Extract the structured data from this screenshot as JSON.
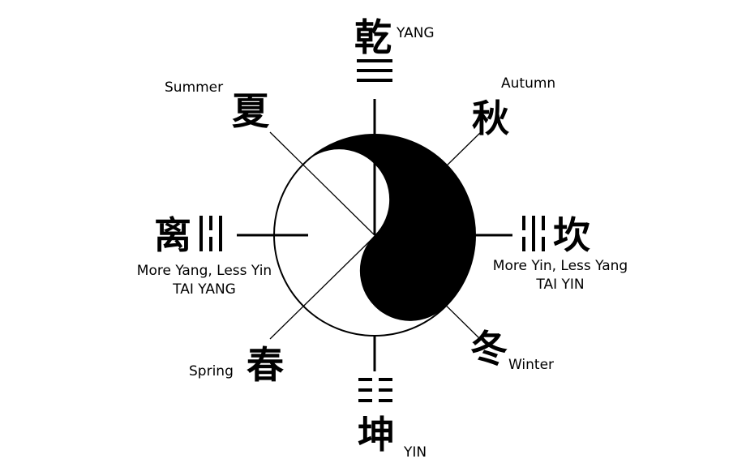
{
  "colors": {
    "ink": "#000000",
    "paper": "#ffffff"
  },
  "top": {
    "character": "乾",
    "label": "YANG",
    "trigram": "qian-three-solid-lines"
  },
  "bottom": {
    "character": "坤",
    "label": "YIN",
    "trigram": "kun-three-broken-lines"
  },
  "left": {
    "character": "离",
    "trigram": "li-vertical-trigram",
    "label_line1": "More Yang, Less Yin",
    "label_line2": "TAI YANG"
  },
  "right": {
    "character": "坎",
    "trigram": "kan-vertical-trigram",
    "label_line1": "More Yin, Less Yang",
    "label_line2": "TAI YIN"
  },
  "summer": {
    "character": "夏",
    "label": "Summer"
  },
  "autumn": {
    "character": "秋",
    "label": "Autumn"
  },
  "spring": {
    "character": "春",
    "label": "Spring"
  },
  "winter": {
    "character": "冬",
    "label": "Winter"
  },
  "center_symbol": "yin-yang-taijitu"
}
